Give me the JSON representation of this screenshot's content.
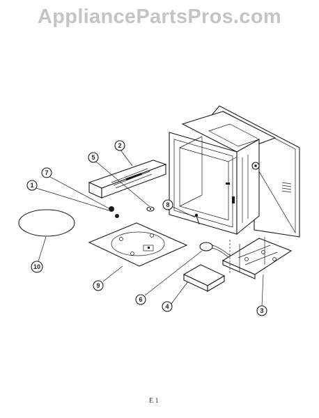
{
  "watermark": "AppliancePartsPros.com",
  "callouts": {
    "c1": "1",
    "c2": "2",
    "c3": "3",
    "c4": "4",
    "c5": "5",
    "c6": "6",
    "c7": "7",
    "c8": "8",
    "c9": "9",
    "c10": "10"
  },
  "footer_mark": "E 1"
}
